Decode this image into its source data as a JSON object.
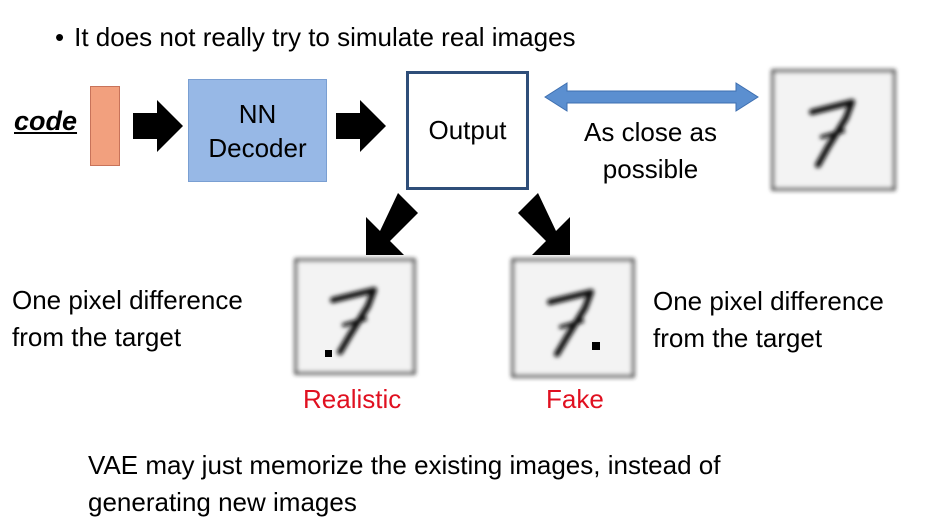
{
  "bullet": {
    "marker": "•",
    "text": "It does not really try to simulate real images"
  },
  "code_label": "code",
  "decoder": {
    "line1": "NN",
    "line2": "Decoder"
  },
  "output_label": "Output",
  "close_text": {
    "line1": "As close as",
    "line2": "possible"
  },
  "left_side": {
    "text_line1": "One pixel difference",
    "text_line2": "from the target",
    "tag": "Realistic"
  },
  "right_side": {
    "text_line1": "One pixel difference",
    "text_line2": "from the target",
    "tag": "Fake"
  },
  "footer": {
    "line1": "VAE may just memorize the existing images, instead of",
    "line2": "generating new images"
  },
  "colors": {
    "code_bar": "#f2a07e",
    "decoder_fill": "#97b8e6",
    "output_border": "#2f4e79",
    "double_arrow": "#5b8fd0",
    "tag_red": "#e01020"
  },
  "icons": [
    "right-arrow-icon",
    "down-left-arrow-icon",
    "down-right-arrow-icon",
    "double-arrow-icon",
    "digit-seven-icon"
  ]
}
